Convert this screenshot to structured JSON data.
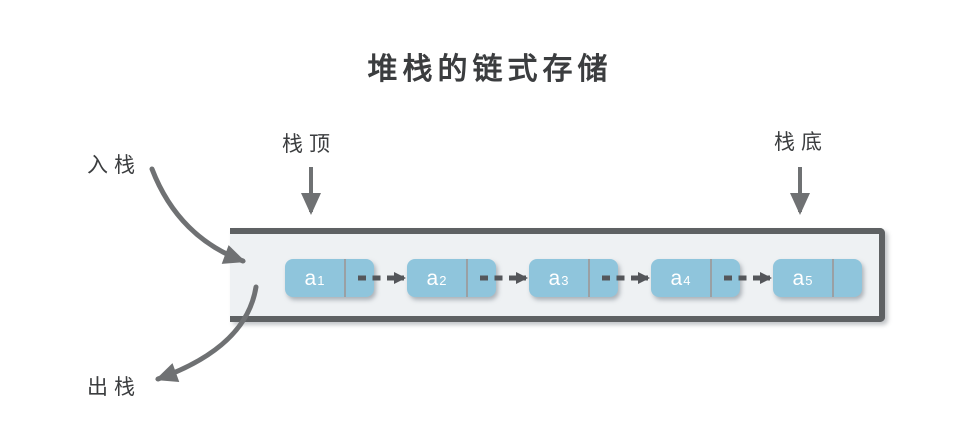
{
  "title": "堆栈的链式存储",
  "labels": {
    "push": "入栈",
    "pop": "出栈",
    "stack_top": "栈顶",
    "stack_bottom": "栈底"
  },
  "stack": {
    "nodes": [
      {
        "name": "a",
        "subscript": "1",
        "has_next_pointer": true
      },
      {
        "name": "a",
        "subscript": "2",
        "has_next_pointer": true
      },
      {
        "name": "a",
        "subscript": "3",
        "has_next_pointer": true
      },
      {
        "name": "a",
        "subscript": "4",
        "has_next_pointer": true
      },
      {
        "name": "a",
        "subscript": "5",
        "has_next_pointer": false
      }
    ]
  },
  "colors": {
    "background": "#ffffff",
    "text": "#3b3d3f",
    "arrow": "#6f7173",
    "pointer_arrow": "#54565a",
    "container_fill": "#eef1f3",
    "container_border": "#5e6163",
    "node_fill": "#8fc5dc",
    "node_text": "#ffffff",
    "node_divider": "#9aa0a4"
  }
}
